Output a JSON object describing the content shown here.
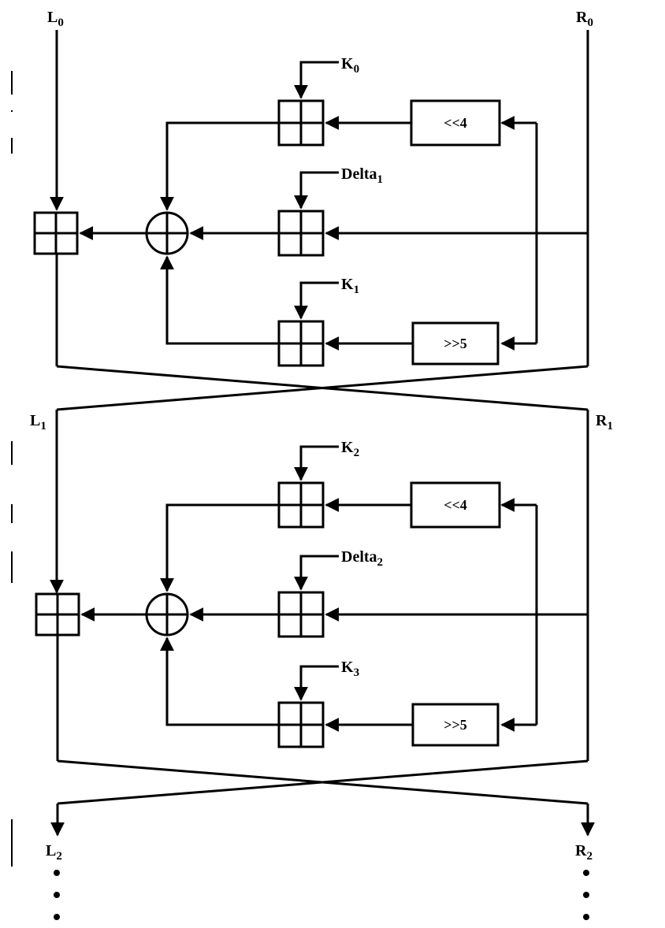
{
  "inputs": {
    "left": {
      "base": "L",
      "sub": "0"
    },
    "right": {
      "base": "R",
      "sub": "0"
    }
  },
  "rounds": [
    {
      "index": 1,
      "key_top": {
        "base": "K",
        "sub": "0"
      },
      "delta": {
        "base": "Delta",
        "sub": "1"
      },
      "key_bottom": {
        "base": "K",
        "sub": "1"
      },
      "shift_left": "<<4",
      "shift_right": ">>5",
      "out_left": {
        "base": "L",
        "sub": "1"
      },
      "out_right": {
        "base": "R",
        "sub": "1"
      }
    },
    {
      "index": 2,
      "key_top": {
        "base": "K",
        "sub": "2"
      },
      "delta": {
        "base": "Delta",
        "sub": "2"
      },
      "key_bottom": {
        "base": "K",
        "sub": "3"
      },
      "shift_left": "<<4",
      "shift_right": ">>5",
      "out_left": {
        "base": "L",
        "sub": "2"
      },
      "out_right": {
        "base": "R",
        "sub": "2"
      }
    }
  ],
  "continuation": "⋮"
}
